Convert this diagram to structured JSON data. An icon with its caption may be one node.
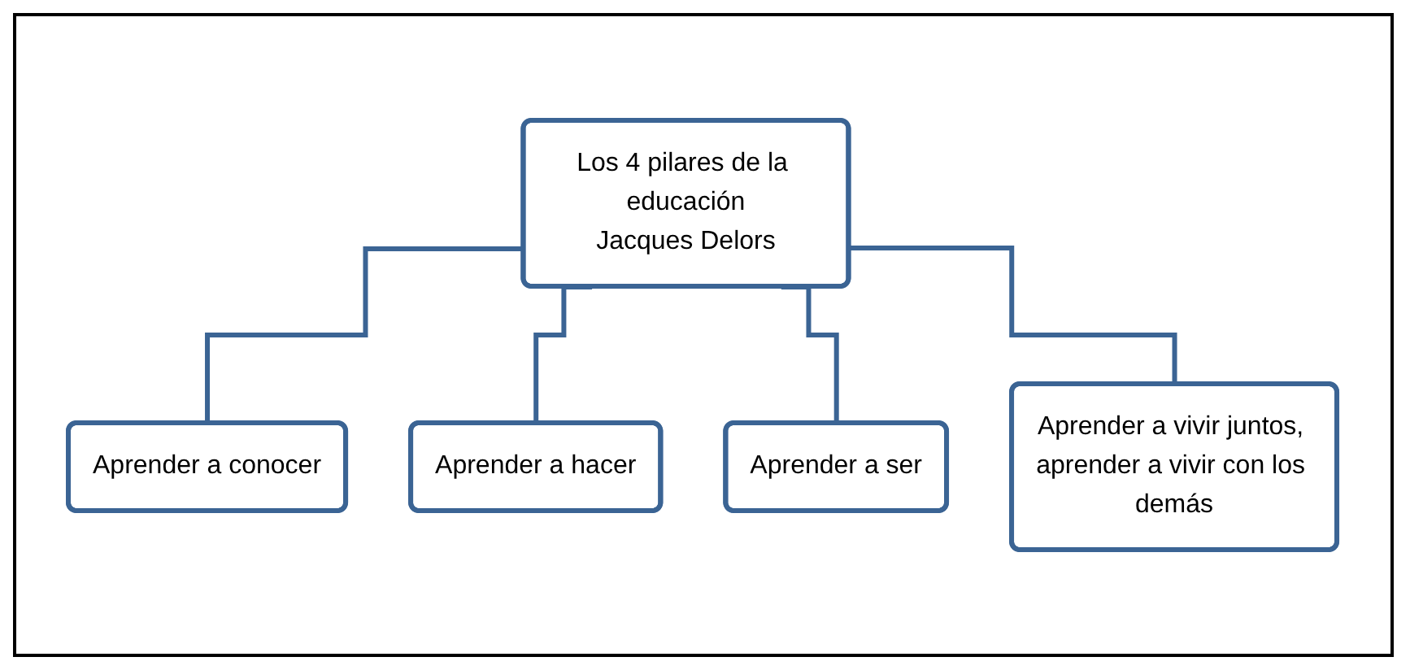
{
  "diagram": {
    "nodes": [
      {
        "text": [
          "Los 4 pilares de la educación",
          "Jacques Delors"
        ]
      },
      {
        "text": [
          "Aprender a conocer"
        ]
      },
      {
        "text": [
          "Aprender a hacer"
        ]
      },
      {
        "text": [
          "Aprender a ser"
        ]
      },
      {
        "text": [
          "Aprender a vivir juntos, aprender a vivir con los demás"
        ]
      }
    ],
    "edges": [
      {
        "from": 0,
        "to": 1,
        "arrow": "none"
      },
      {
        "from": 0,
        "to": 2,
        "arrow": "none"
      },
      {
        "from": 0,
        "to": 3,
        "arrow": "none"
      },
      {
        "from": 0,
        "to": 4,
        "arrow": "none"
      }
    ]
  }
}
